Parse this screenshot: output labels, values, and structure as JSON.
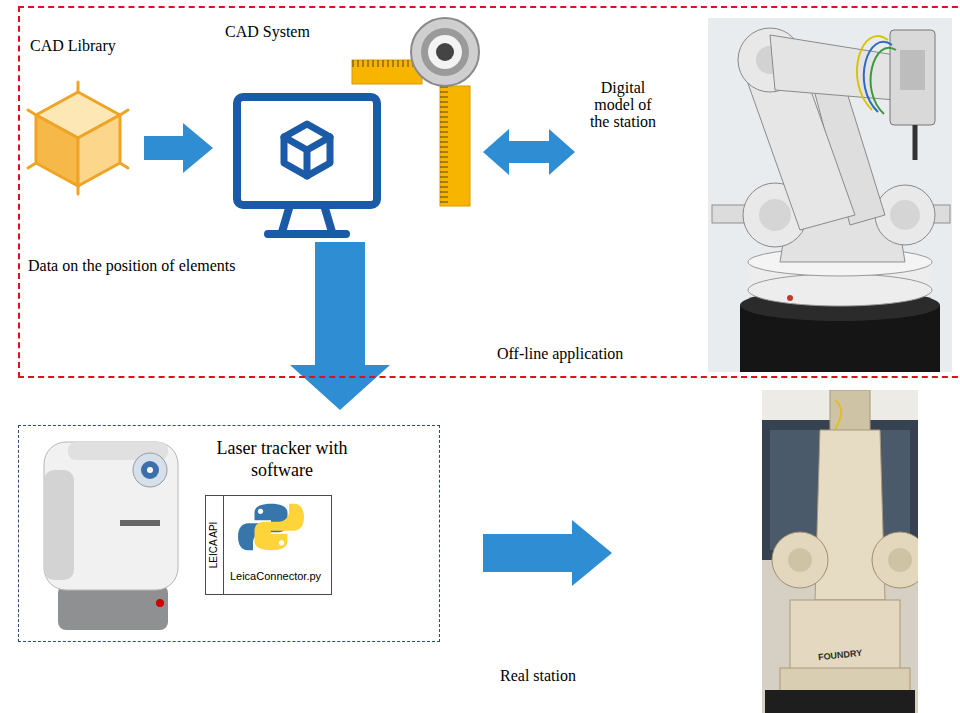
{
  "diagram": {
    "nodes": [
      {
        "text": [
          "Off-line application"
        ]
      },
      {
        "text": [
          "CAD Library"
        ],
        "in": 0
      },
      {
        "text": [
          "CAD System"
        ],
        "in": 0
      },
      {
        "text": [
          "Digital model of the station"
        ],
        "in": 0
      },
      {
        "text": [
          "Laser tracker with software"
        ]
      },
      {
        "text": [
          "LEICA API",
          "LeicaConnector.py"
        ],
        "in": 4
      },
      {
        "text": [
          "Real station"
        ]
      }
    ],
    "edges": [
      {
        "from": 1,
        "to": 2,
        "arrow": "to"
      },
      {
        "from": 2,
        "to": 3,
        "arrow": "both"
      },
      {
        "from": 2,
        "to": 4,
        "arrow": "to",
        "label": "Data on the position of elements"
      },
      {
        "from": 4,
        "to": 6,
        "arrow": "to"
      }
    ],
    "labels": [
      "FOUNDRY"
    ]
  }
}
